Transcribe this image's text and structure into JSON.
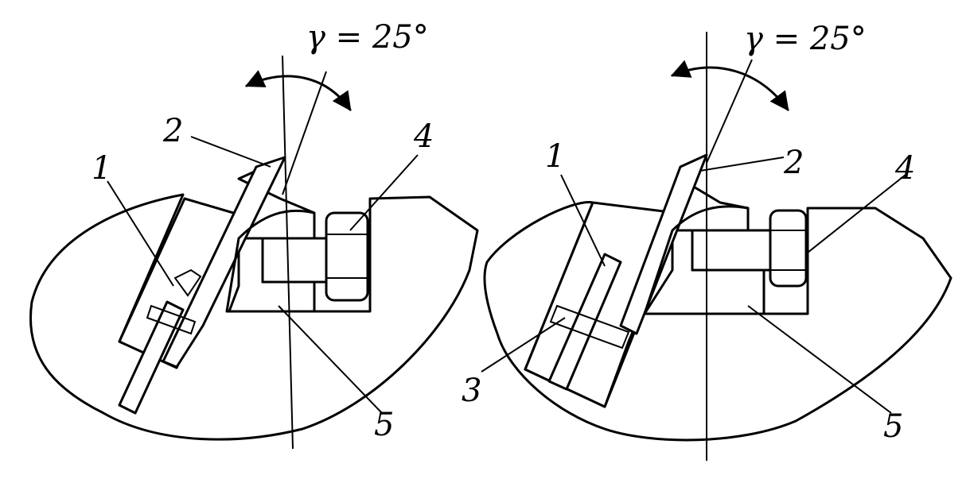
{
  "views": [
    {
      "id": "left",
      "angle_label": "γ = 25°",
      "callouts": [
        "1",
        "2",
        "4",
        "5"
      ]
    },
    {
      "id": "right",
      "angle_label": "γ = 25°",
      "callouts": [
        "1",
        "2",
        "3",
        "4",
        "5"
      ]
    }
  ]
}
